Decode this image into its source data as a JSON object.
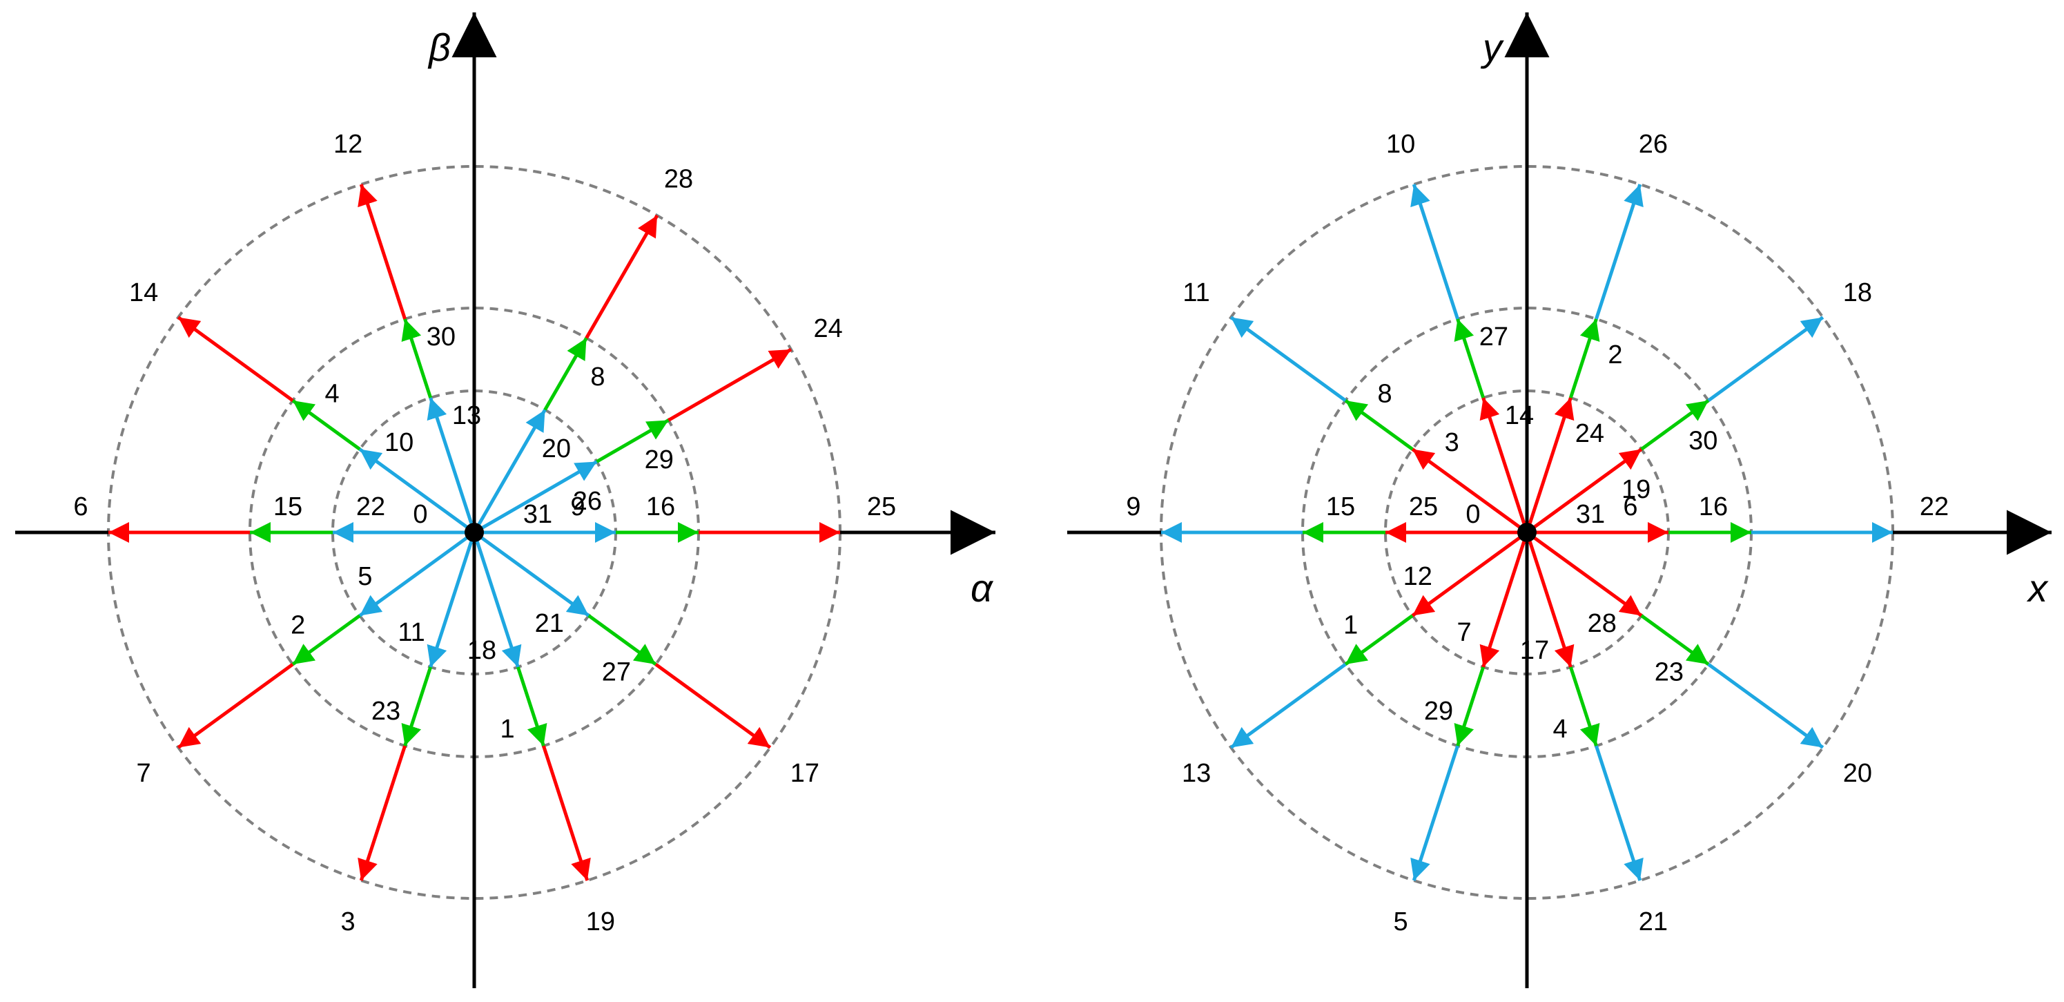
{
  "colors": {
    "outer": "#ff0000",
    "middle": "#00cc00",
    "inner": "#1ea7e1",
    "axis": "#000000",
    "circle": "#808080"
  },
  "diagrams": [
    {
      "name": "alpha-beta-plane",
      "x_axis_label": "α",
      "y_axis_label": "β",
      "zero_label": "0",
      "zero_right_label": "31",
      "ring_colors": [
        "inner",
        "middle",
        "outer"
      ],
      "spokes": [
        {
          "angle": 0,
          "labels": [
            "9",
            "16",
            "25"
          ]
        },
        {
          "angle": 30,
          "labels": [
            "26",
            "29",
            "24"
          ]
        },
        {
          "angle": 60,
          "labels": [
            "20",
            "8",
            "28"
          ]
        },
        {
          "angle": 90,
          "labels": [
            "",
            "",
            ""
          ]
        },
        {
          "angle": 108,
          "labels": [
            "13",
            "30",
            "12"
          ]
        },
        {
          "angle": 144,
          "labels": [
            "10",
            "4",
            "14"
          ]
        },
        {
          "angle": 180,
          "labels": [
            "22",
            "15",
            "6"
          ]
        },
        {
          "angle": 216,
          "labels": [
            "5",
            "2",
            "7"
          ]
        },
        {
          "angle": 252,
          "labels": [
            "11",
            "23",
            "3"
          ]
        },
        {
          "angle": 288,
          "labels": [
            "18",
            "1",
            "19"
          ]
        },
        {
          "angle": 324,
          "labels": [
            "21",
            "27",
            "17"
          ]
        }
      ]
    },
    {
      "name": "x-y-plane",
      "x_axis_label": "x",
      "y_axis_label": "y",
      "zero_label": "0",
      "zero_right_label": "31",
      "ring_colors": [
        "outer",
        "middle",
        "inner"
      ],
      "spokes": [
        {
          "angle": 0,
          "labels": [
            "6",
            "16",
            "22"
          ]
        },
        {
          "angle": 36,
          "labels": [
            "19",
            "30",
            "18"
          ]
        },
        {
          "angle": 72,
          "labels": [
            "24",
            "2",
            "26"
          ]
        },
        {
          "angle": 90,
          "labels": [
            "",
            "",
            ""
          ]
        },
        {
          "angle": 108,
          "labels": [
            "14",
            "27",
            "10"
          ]
        },
        {
          "angle": 144,
          "labels": [
            "3",
            "8",
            "11"
          ]
        },
        {
          "angle": 180,
          "labels": [
            "25",
            "15",
            "9"
          ]
        },
        {
          "angle": 216,
          "labels": [
            "12",
            "1",
            "13"
          ]
        },
        {
          "angle": 252,
          "labels": [
            "7",
            "29",
            "5"
          ]
        },
        {
          "angle": 288,
          "labels": [
            "17",
            "4",
            "21"
          ]
        },
        {
          "angle": 324,
          "labels": [
            "28",
            "23",
            "20"
          ]
        }
      ]
    }
  ]
}
